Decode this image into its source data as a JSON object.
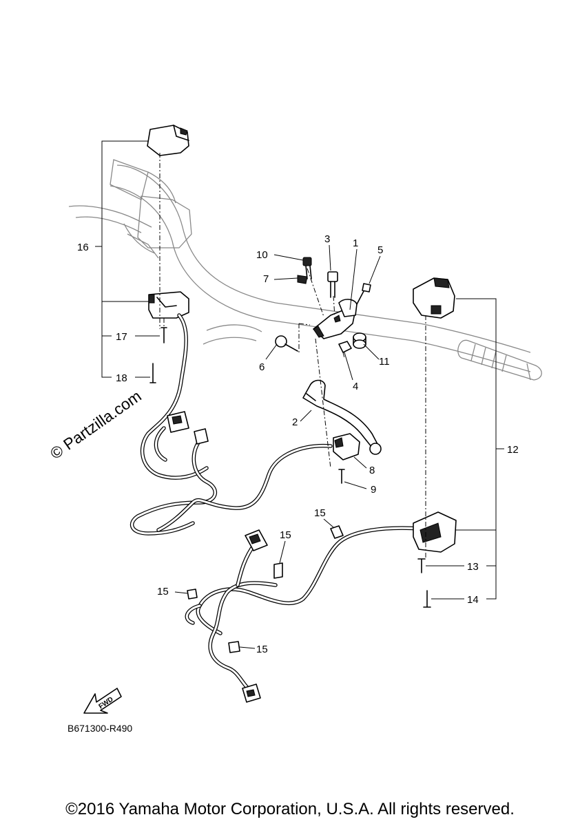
{
  "watermark": "© Partzilla.com",
  "diagram_code": "B671300-R490",
  "fwd_label": "FWD",
  "copyright": "©2016 Yamaha Motor Corporation, U.S.A. All rights reserved.",
  "callouts": {
    "c1": "1",
    "c2": "2",
    "c3": "3",
    "c4": "4",
    "c5": "5",
    "c6": "6",
    "c7": "7",
    "c8": "8",
    "c9": "9",
    "c10": "10",
    "c11": "11",
    "c12": "12",
    "c13": "13",
    "c14": "14",
    "c15a": "15",
    "c15b": "15",
    "c15c": "15",
    "c15d": "15",
    "c16": "16",
    "c17": "17",
    "c18": "18"
  }
}
